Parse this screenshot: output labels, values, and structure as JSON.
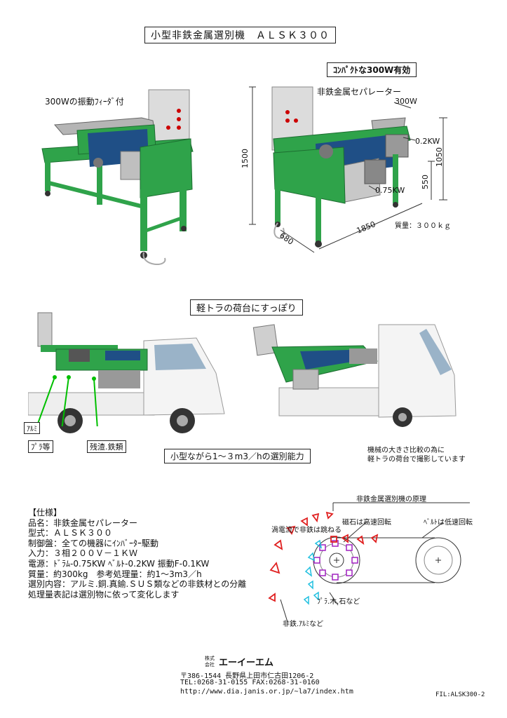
{
  "title": "小型非鉄金属選別機　ＡＬＳＫ３００",
  "section1": {
    "badge": "ｺﾝﾊﾟｸﾄな300W有効",
    "left_caption": "300Wの振動ﾌｨｰﾀﾞ付",
    "right_caption": "非鉄金属セパレーター",
    "dims": {
      "d300w": "300W",
      "d02kw": "0.2KW",
      "d1050": "1050",
      "d1500": "1500",
      "d550": "550",
      "d075kw": "0.75KW",
      "d1850": "1850",
      "d680": "680",
      "weight": "質量：３００ｋｇ"
    }
  },
  "section2": {
    "heading": "軽トラの荷台にすっぽり",
    "callouts": [
      "ｱﾙﾐ",
      "ﾌﾟﾗ等",
      "残渣.鉄類"
    ],
    "capacity": "小型ながら1～３m3／hの選別能力",
    "note": [
      "機械の大きさ比較の為に",
      "軽トラの荷台で撮影しています"
    ]
  },
  "specs": {
    "heading": "【仕様】",
    "lines": [
      "品名：非鉄金属セパレーター",
      "型式：ＡＬＳＫ３００",
      "制御盤：全ての機器にｲﾝﾊﾞｰﾀｰ駆動",
      "入力：３相２００Ｖ－１ＫＷ",
      "電源：ﾄﾞﾗﾑ-0.75KW ﾍﾞﾙﾄ-0.2KW 振動F-0.1KW",
      "質量：約300kg　参考処理量：約1～3m3／h",
      "選別内容：アルミ.銅.真鍮.ＳＵＳ類などの非鉄材との分離",
      "処理量表記は選別物に依って変化します"
    ]
  },
  "principle": {
    "title": "非鉄金属選別機の原理",
    "magnet": "磁石は高速回転",
    "belt": "ﾍﾞﾙﾄは低速回転",
    "eddy": "渦電流で非鉄は跳ねる",
    "plastic": "ﾌﾟﾗ.木.石など",
    "nonferrous": "非鉄.ｱﾙﾐなど"
  },
  "company": {
    "kabu": "株式",
    "kaisha": "会社",
    "name": "エーイーエム",
    "address": "〒386-1544 長野県上田市仁古田1206-2",
    "tel": "TEL:0268-31-0155 FAX:0268-31-0160",
    "url": "http://www.dia.janis.or.jp/~la7/index.htm"
  },
  "file_id": "FIL:ALSK300-2",
  "colors": {
    "machine_green": "#2fa34a",
    "belt_blue": "#1f4f86",
    "callout_green": "#00c000",
    "marker_red": "#e02020",
    "marker_cyan": "#20c0e0",
    "marker_purple": "#a020c0"
  }
}
